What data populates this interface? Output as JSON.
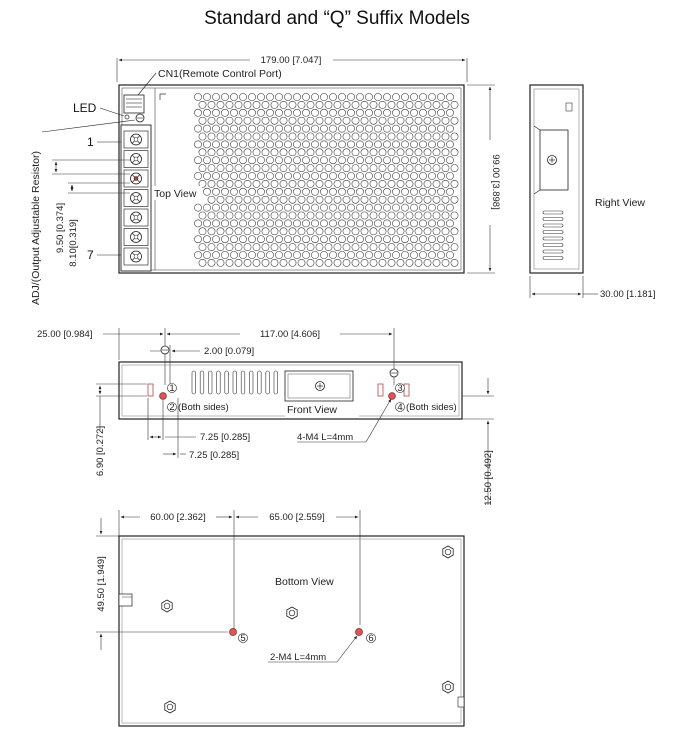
{
  "title": "Standard and “Q” Suffix Models",
  "top_view": {
    "label": "Top View",
    "width_dim": "179.00 [7.047]",
    "height_dim": "99.00 [3.898]",
    "cn1_label": "CN1(Remote Control Port)",
    "led_label": "LED",
    "adj_label": "ADJ/(Output Adjustable Resistor)",
    "pin_first": "1",
    "pin_last": "7",
    "dim_a": "9.50 [0.374]",
    "dim_b": "8.10[0.319]"
  },
  "right_view": {
    "label": "Right View",
    "depth_dim": "30.00 [1.181]"
  },
  "front_view": {
    "label": "Front View",
    "dim_left": "25.00 [0.984]",
    "dim_span": "117.00 [4.606]",
    "dim_small": "2.00 [0.079]",
    "dim_h1": "7.25 [0.285]",
    "dim_h2": "7.25 [0.285]",
    "dim_side": "6.90 [0.272]",
    "dim_height": "12.50 [0.492]",
    "both_sides_1": "(Both sides)",
    "both_sides_2": "(Both sides)",
    "screw_note": "4-M4  L=4mm",
    "marker_1": "1",
    "marker_2": "2",
    "marker_3": "3",
    "marker_4": "4"
  },
  "bottom_view": {
    "label": "Bottom View",
    "dim_left": "60.00 [2.362]",
    "dim_span": "65.00 [2.559]",
    "dim_vert": "49.50 [1.949]",
    "screw_note": "2-M4  L=4mm",
    "marker_5": "5",
    "marker_6": "6"
  }
}
